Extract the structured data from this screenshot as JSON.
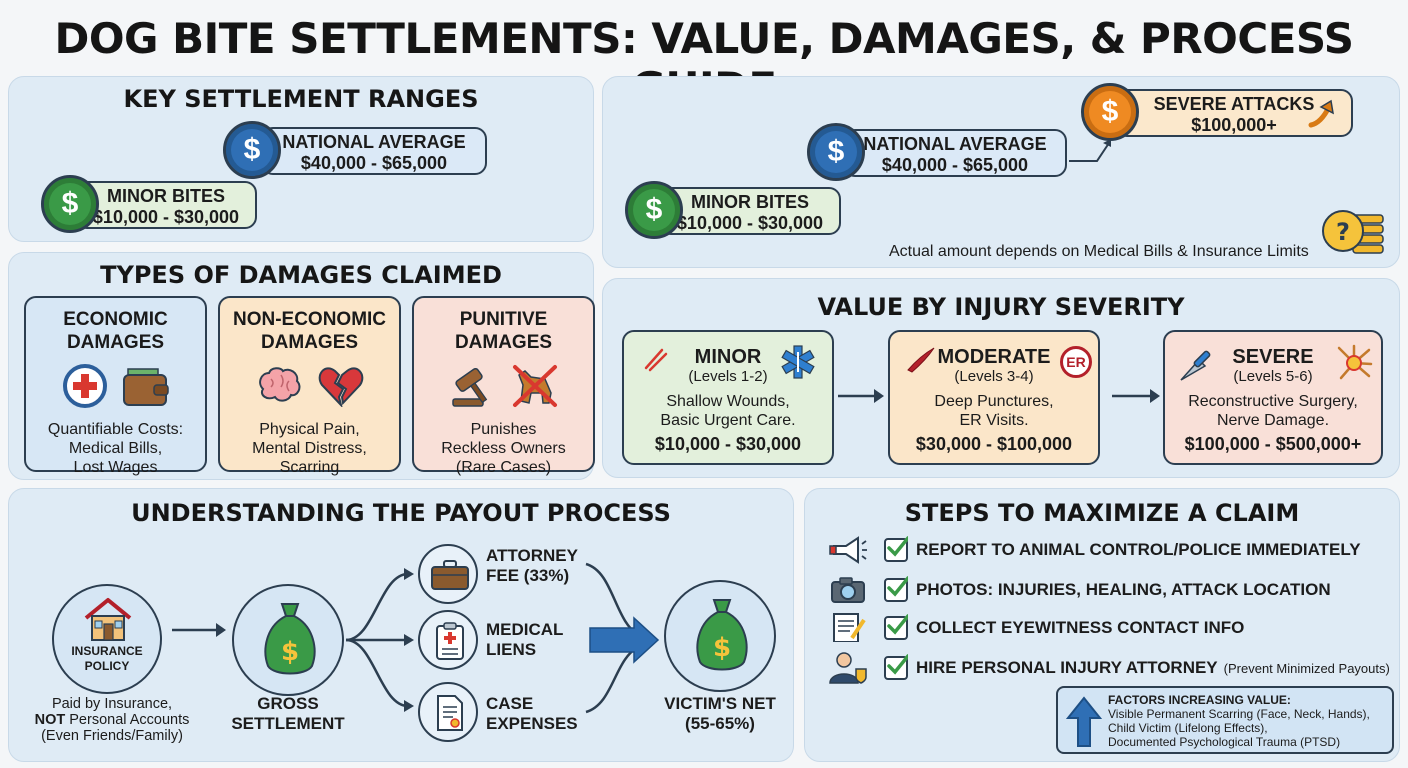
{
  "title": "DOG BITE SETTLEMENTS: VALUE, DAMAGES, & PROCESS GUIDE",
  "ranges": {
    "title": "KEY SETTLEMENT RANGES",
    "national_label": "NATIONAL AVERAGE",
    "national_value": "$40,000 - $65,000",
    "minor_label": "MINOR BITES",
    "minor_value": "$10,000 - $30,000"
  },
  "ranges2": {
    "severe_label": "SEVERE ATTACKS",
    "severe_value": "$100,000+",
    "national_label": "NATIONAL AVERAGE",
    "national_value": "$40,000 - $65,000",
    "minor_label": "MINOR BITES",
    "minor_value": "$10,000 - $30,000",
    "note": "Actual amount depends on Medical Bills & Insurance Limits"
  },
  "damages": {
    "title": "TYPES OF DAMAGES CLAIMED",
    "cards": [
      {
        "title_1": "ECONOMIC",
        "title_2": "DAMAGES",
        "lines": [
          "Quantifiable Costs:",
          "Medical Bills,",
          "Lost Wages"
        ]
      },
      {
        "title_1": "NON-ECONOMIC",
        "title_2": "DAMAGES",
        "lines": [
          "Physical Pain,",
          "Mental Distress,",
          "Scarring"
        ]
      },
      {
        "title_1": "PUNITIVE",
        "title_2": "DAMAGES",
        "lines": [
          "Punishes",
          "Reckless Owners",
          "(Rare Cases)"
        ]
      }
    ]
  },
  "severity": {
    "title": "VALUE BY INJURY SEVERITY",
    "cards": [
      {
        "name": "MINOR",
        "levels": "(Levels 1-2)",
        "desc_1": "Shallow Wounds,",
        "desc_2": "Basic Urgent Care.",
        "amount": "$10,000 - $30,000"
      },
      {
        "name": "MODERATE",
        "levels": "(Levels 3-4)",
        "desc_1": "Deep Punctures,",
        "desc_2": "ER Visits.",
        "amount": "$30,000 - $100,000"
      },
      {
        "name": "SEVERE",
        "levels": "(Levels 5-6)",
        "desc_1": "Reconstructive Surgery,",
        "desc_2": "Nerve Damage.",
        "amount": "$100,000 - $500,000+"
      }
    ],
    "er_badge": "ER"
  },
  "payout": {
    "title": "UNDERSTANDING THE PAYOUT PROCESS",
    "insurance_1": "INSURANCE",
    "insurance_2": "POLICY",
    "insurance_note_1": "Paid by Insurance,",
    "insurance_note_2_bold": "NOT",
    "insurance_note_2_rest": " Personal Accounts",
    "insurance_note_3": "(Even Friends/Family)",
    "gross_1": "GROSS",
    "gross_2": "SETTLEMENT",
    "attorney_1": "ATTORNEY",
    "attorney_2": "FEE (33%)",
    "medical_1": "MEDICAL",
    "medical_2": "LIENS",
    "case_1": "CASE",
    "case_2": "EXPENSES",
    "net_1": "VICTIM'S NET",
    "net_2": "(55-65%)"
  },
  "steps": {
    "title": "STEPS TO MAXIMIZE A CLAIM",
    "items": [
      {
        "text": "REPORT TO ANIMAL CONTROL/POLICE IMMEDIATELY",
        "note": ""
      },
      {
        "text": "PHOTOS: INJURIES, HEALING, ATTACK LOCATION",
        "note": ""
      },
      {
        "text": "COLLECT EYEWITNESS CONTACT INFO",
        "note": ""
      },
      {
        "text": "HIRE PERSONAL INJURY ATTORNEY",
        "note": "(Prevent Minimized Payouts)"
      }
    ],
    "factors_title": "FACTORS INCREASING VALUE:",
    "factors": [
      "Visible Permanent Scarring (Face, Neck, Hands),",
      "Child Victim (Lifelong Effects),",
      "Documented Psychological Trauma (PTSD)"
    ]
  },
  "colors": {
    "panel": "#dfebf5",
    "green_card": "#e3f0dc",
    "orange_card": "#fbe8cc",
    "red_card": "#f9e0d8",
    "accent_blue": "#2f6fb5"
  }
}
